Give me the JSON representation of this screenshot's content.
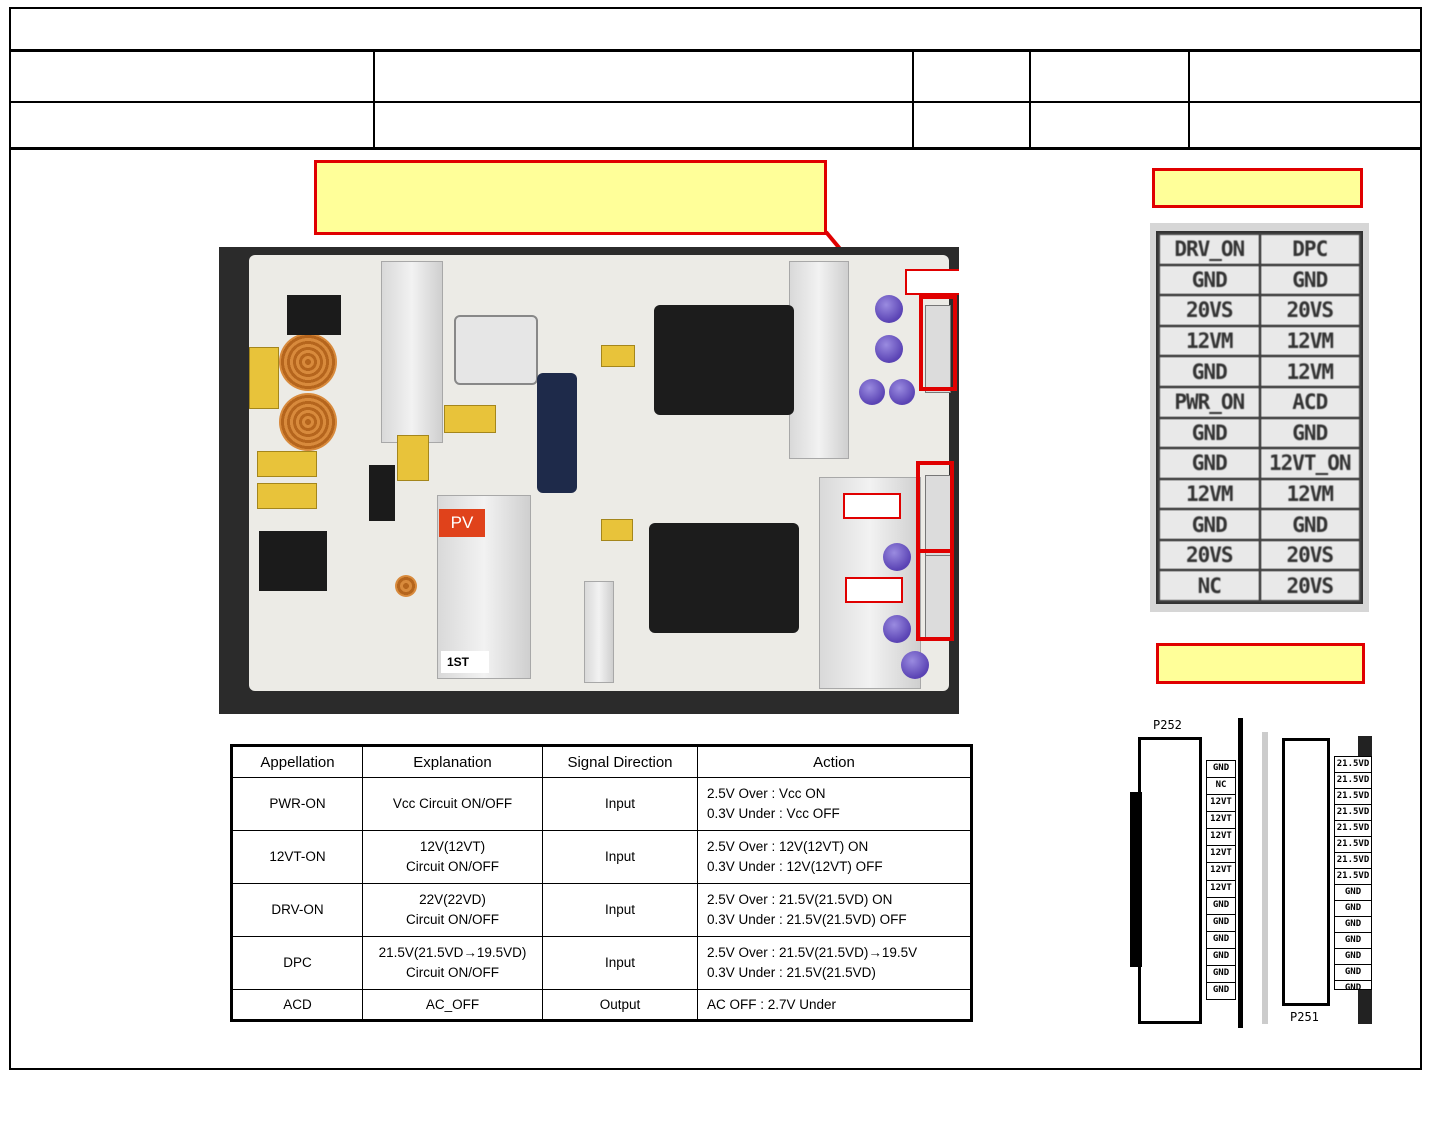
{
  "photo": {
    "pv_label": "PV",
    "first_label": "1ST"
  },
  "signal_table": {
    "headers": [
      "Appellation",
      "Explanation",
      "Signal Direction",
      "Action"
    ],
    "rows": [
      {
        "appellation": "PWR-ON",
        "explanation": [
          "Vcc Circuit ON/OFF"
        ],
        "direction": "Input",
        "action": [
          "2.5V Over : Vcc ON",
          "0.3V Under : Vcc OFF"
        ]
      },
      {
        "appellation": "12VT-ON",
        "explanation": [
          "12V(12VT)",
          "Circuit ON/OFF"
        ],
        "direction": "Input",
        "action": [
          "2.5V Over : 12V(12VT) ON",
          "0.3V Under : 12V(12VT) OFF"
        ]
      },
      {
        "appellation": "DRV-ON",
        "explanation": [
          "22V(22VD)",
          "Circuit ON/OFF"
        ],
        "direction": "Input",
        "action": [
          "2.5V Over : 21.5V(21.5VD) ON",
          "0.3V Under : 21.5V(21.5VD) OFF"
        ]
      },
      {
        "appellation": "DPC",
        "explanation": [
          "21.5V(21.5VD→19.5VD)",
          "Circuit ON/OFF"
        ],
        "direction": "Input",
        "action": [
          "2.5V Over : 21.5V(21.5VD)→19.5V",
          "0.3V Under : 21.5V(21.5VD)"
        ]
      },
      {
        "appellation": "ACD",
        "explanation": [
          "AC_OFF"
        ],
        "direction": "Output",
        "action": [
          "AC OFF : 2.7V Under"
        ]
      }
    ]
  },
  "pin_table": {
    "rows": [
      [
        "DRV_ON",
        "DPC"
      ],
      [
        "GND",
        "GND"
      ],
      [
        "20VS",
        "20VS"
      ],
      [
        "12VM",
        "12VM"
      ],
      [
        "GND",
        "12VM"
      ],
      [
        "PWR_ON",
        "ACD"
      ],
      [
        "GND",
        "GND"
      ],
      [
        "GND",
        "12VT_ON"
      ],
      [
        "12VM",
        "12VM"
      ],
      [
        "GND",
        "GND"
      ],
      [
        "20VS",
        "20VS"
      ],
      [
        "NC",
        "20VS"
      ]
    ]
  },
  "connectors": {
    "p252": {
      "name": "P252",
      "pins": [
        "GND",
        "NC",
        "12VT",
        "12VT",
        "12VT",
        "12VT",
        "12VT",
        "12VT",
        "GND",
        "GND",
        "GND",
        "GND",
        "GND",
        "GND"
      ]
    },
    "p251": {
      "name": "P251",
      "pins": [
        "21.5VD",
        "21.5VD",
        "21.5VD",
        "21.5VD",
        "21.5VD",
        "21.5VD",
        "21.5VD",
        "21.5VD",
        "GND",
        "GND",
        "GND",
        "GND",
        "GND",
        "GND",
        "GND"
      ]
    }
  },
  "colors": {
    "highlight_fill": "#ffff99",
    "highlight_border": "#e00000",
    "pv_label_bg": "#e0421b"
  }
}
